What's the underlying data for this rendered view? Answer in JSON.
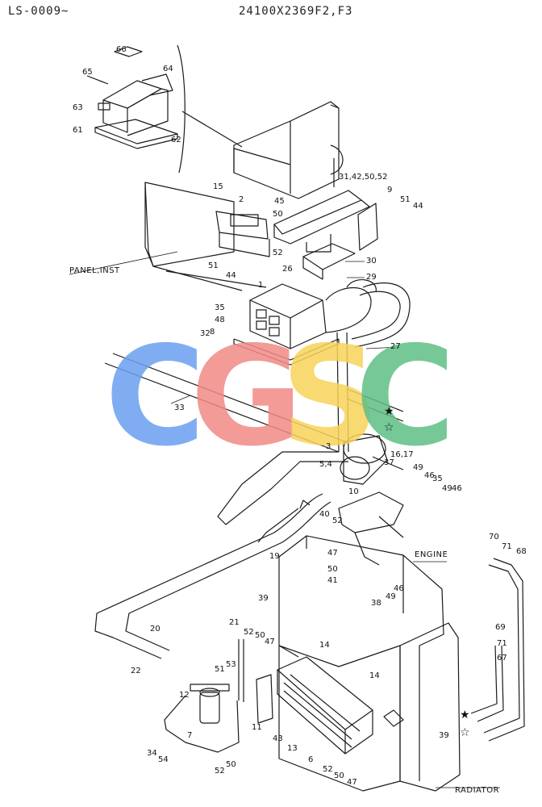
{
  "header": {
    "serial": "LS-0009~",
    "part_code": "24100X2369F2,F3"
  },
  "labels": {
    "panel": "PANEL,INST",
    "engine": "ENGINE",
    "radiator": "RADIATOR"
  },
  "watermark": {
    "letters": [
      "C",
      "G",
      "S",
      "C"
    ],
    "colors": [
      "#6a9ff0",
      "#f08a86",
      "#f7d35a",
      "#5fbf86"
    ]
  },
  "star_filled": "★",
  "star_hollow": "☆",
  "callouts": [
    "66",
    "65",
    "64",
    "63",
    "61",
    "62",
    "31,42,50,52",
    "9",
    "51",
    "44",
    "15",
    "2",
    "45",
    "50",
    "52",
    "51",
    "44",
    "26",
    "1",
    "30",
    "29",
    "35",
    "48",
    "32",
    "8",
    "27",
    "33",
    "3",
    "16,17",
    "37",
    "5,4",
    "49",
    "46",
    "35",
    "49",
    "46",
    "10",
    "40",
    "52",
    "19",
    "47",
    "50",
    "41",
    "46",
    "49",
    "38",
    "70",
    "71",
    "68",
    "39",
    "20",
    "21",
    "52",
    "50",
    "47",
    "53",
    "51",
    "22",
    "14",
    "69",
    "71",
    "67",
    "12",
    "11",
    "7",
    "14",
    "43",
    "13",
    "6",
    "39",
    "34",
    "54",
    "52",
    "50",
    "52",
    "50",
    "47"
  ]
}
